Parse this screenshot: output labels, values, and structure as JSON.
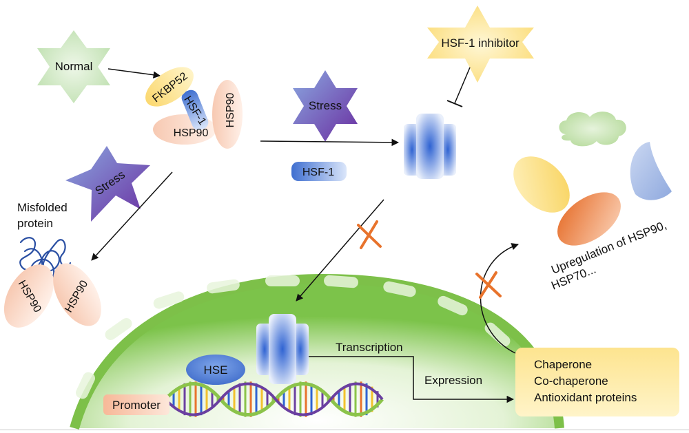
{
  "labels": {
    "normal": "Normal",
    "fkbp52": "FKBP52",
    "hsf1_complex": "HSF-1",
    "hsp90_a": "HSP90",
    "hsp90_b": "HSP90",
    "stress_top": "Stress",
    "stress_left": "Stress",
    "hsf1_free": "HSF-1",
    "hsf1_inhibitor": "HSF-1 inhibitor",
    "misfolded_line1": "Misfolded",
    "misfolded_line2": "protein",
    "hsp90_misfold_a": "HSP90",
    "hsp90_misfold_b": "HSP90",
    "upregulation_line1": "Upregulation of HSP90,",
    "upregulation_line2": "HSP70...",
    "hse": "HSE",
    "transcription": "Transcription",
    "expression": "Expression",
    "promoter": "Promoter",
    "products": [
      "Chaperone",
      "Co-chaperone",
      "Antioxidant proteins"
    ]
  },
  "colors": {
    "normal_star": "#cfe8c4",
    "stress_star": "#7d55b0",
    "inhibitor_star": "#fbe69a",
    "hsp90": "#f3b49a",
    "fkbp52": "#fbe28a",
    "hsf1": "#5b82cf",
    "nucleus": "#8fcf5a",
    "block_x": "#e8732c",
    "output_box": "#fde08a"
  }
}
